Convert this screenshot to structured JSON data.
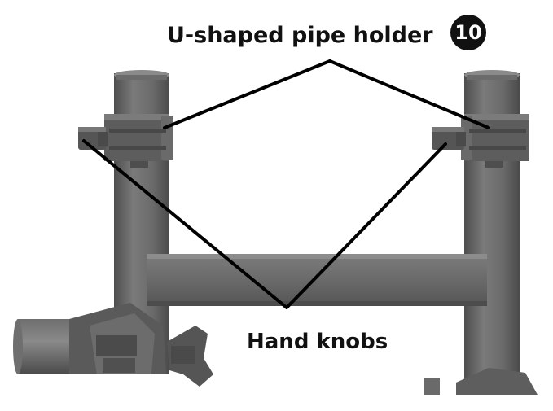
{
  "step": {
    "number": "10"
  },
  "callouts": {
    "pipe_holder": "U-shaped pipe holder",
    "hand_knobs": "Hand knobs"
  },
  "colors": {
    "metal_dark": "#555555",
    "metal_mid": "#6e6e6e",
    "metal_light": "#8c8c8c",
    "leader_line": "#000000",
    "badge_fill": "#111111"
  }
}
